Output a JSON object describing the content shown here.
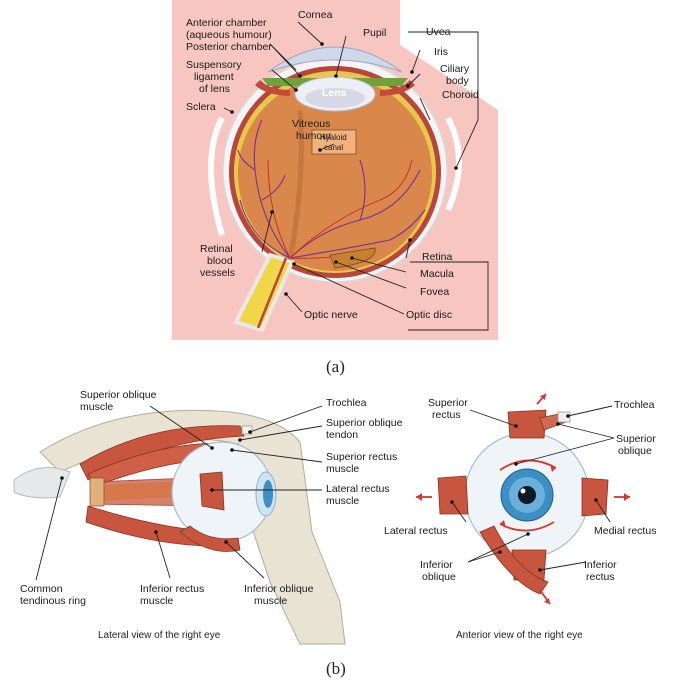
{
  "panel_a": {
    "caption": "(a)",
    "labels": {
      "anterior_chamber_1": "Anterior chamber",
      "anterior_chamber_2": "(aqueous humour)",
      "posterior_chamber": "Posterior chamber",
      "cornea": "Cornea",
      "pupil": "Pupil",
      "uvea": "Uvea",
      "iris": "Iris",
      "ciliary_body_1": "Ciliary",
      "ciliary_body_2": "body",
      "choroid": "Choroid",
      "suspensory_1": "Suspensory",
      "suspensory_2": "ligament",
      "suspensory_3": "of lens",
      "lens": "Lens",
      "sclera": "Sclera",
      "vitreous_1": "Vitreous",
      "vitreous_2": "humour",
      "hyaloid_1": "Hyaloid",
      "hyaloid_2": "canal",
      "retinal_vessels_1": "Retinal",
      "retinal_vessels_2": "blood",
      "retinal_vessels_3": "vessels",
      "retina": "Retina",
      "macula": "Macula",
      "fovea": "Fovea",
      "optic_nerve": "Optic nerve",
      "optic_disc": "Optic disc"
    }
  },
  "panel_b": {
    "caption": "(b)",
    "lateral": {
      "title": "Lateral view of the right eye",
      "superior_oblique_1": "Superior oblique",
      "superior_oblique_2": "muscle",
      "trochlea": "Trochlea",
      "so_tendon_1": "Superior oblique",
      "so_tendon_2": "tendon",
      "superior_rectus_1": "Superior rectus",
      "superior_rectus_2": "muscle",
      "lateral_rectus_1": "Lateral rectus",
      "lateral_rectus_2": "muscle",
      "common_ring_1": "Common",
      "common_ring_2": "tendinous ring",
      "inferior_rectus_1": "Inferior rectus",
      "inferior_rectus_2": "muscle",
      "inferior_oblique_1": "Inferior oblique",
      "inferior_oblique_2": "muscle"
    },
    "anterior": {
      "title": "Anterior view of the right eye",
      "superior_rectus_1": "Superior",
      "superior_rectus_2": "rectus",
      "trochlea": "Trochlea",
      "superior_oblique_1": "Superior",
      "superior_oblique_2": "oblique",
      "lateral_rectus": "Lateral rectus",
      "medial_rectus": "Medial rectus",
      "inferior_oblique_1": "Inferior",
      "inferior_oblique_2": "oblique",
      "inferior_rectus_1": "Inferior",
      "inferior_rectus_2": "rectus"
    }
  },
  "colors": {
    "background_pink": "#f7c6c0",
    "eyeball_orange": "#d9874a",
    "muscle_red": "#c8563f",
    "sclera_white": "#f4f4f4",
    "optic_yellow": "#f2d64a",
    "iris_blue": "#3c8fc4"
  }
}
